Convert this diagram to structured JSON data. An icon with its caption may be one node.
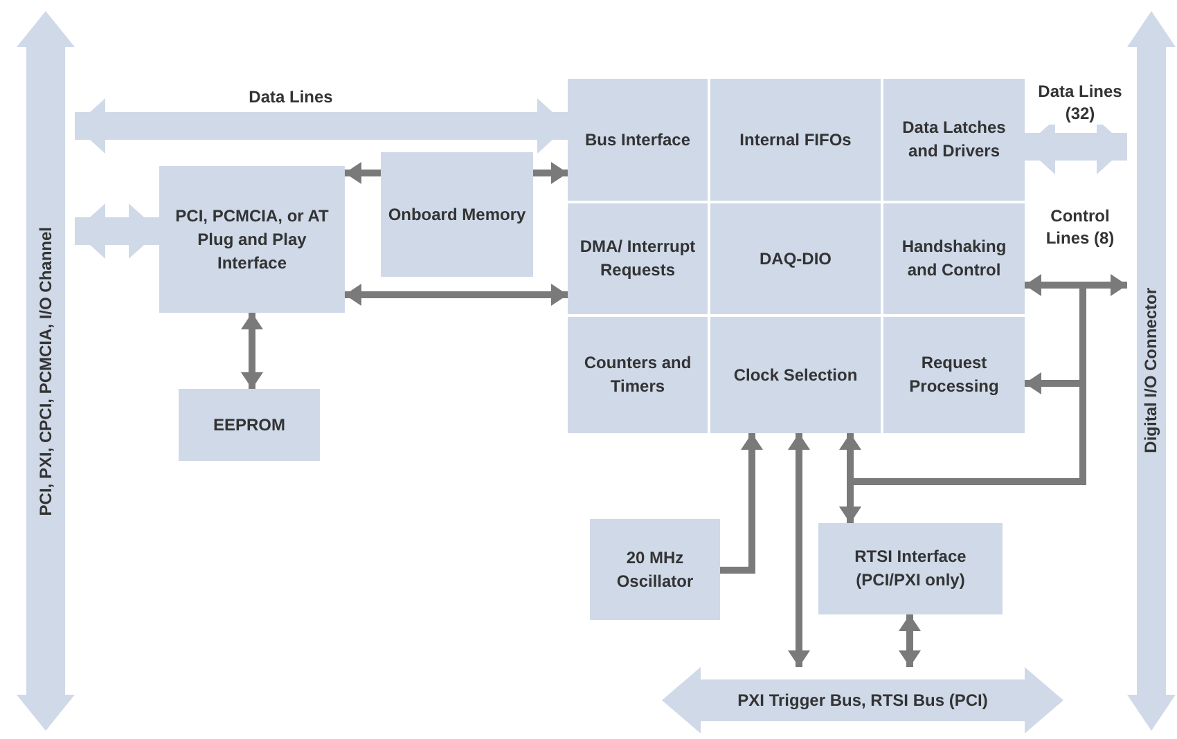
{
  "diagram": {
    "nodes": [
      {
        "text": [
          "PCI, PXI, CPCI, PCMCIA, I/O Channel"
        ]
      },
      {
        "text": [
          "PCI, PCMCIA, or AT Plug and Play Interface"
        ]
      },
      {
        "text": [
          "Onboard Memory"
        ]
      },
      {
        "text": [
          "Bus Interface"
        ]
      },
      {
        "text": [
          "Internal FIFOs"
        ]
      },
      {
        "text": [
          "Data Latches and Drivers"
        ]
      },
      {
        "text": [
          "DMA/ Interrupt Requests"
        ]
      },
      {
        "text": [
          "DAQ-DIO"
        ]
      },
      {
        "text": [
          "Handshaking and Control"
        ]
      },
      {
        "text": [
          "Counters and Timers"
        ]
      },
      {
        "text": [
          "Clock Selection"
        ]
      },
      {
        "text": [
          "Request Processing"
        ]
      },
      {
        "text": [
          "EEPROM"
        ]
      },
      {
        "text": [
          "20 MHz Oscillator"
        ]
      },
      {
        "text": [
          "RTSI Interface (PCI/PXI only)"
        ]
      },
      {
        "text": [
          "PXI Trigger Bus, RTSI Bus (PCI)"
        ]
      },
      {
        "text": [
          "Digital I/O Connector"
        ]
      }
    ],
    "edges": [
      {
        "from": 0,
        "to": 3,
        "arrow": "both",
        "label": "Data Lines",
        "style": "thick",
        "color": "#cfd9e8"
      },
      {
        "from": 0,
        "to": 1,
        "arrow": "both",
        "style": "thick",
        "color": "#cfd9e8"
      },
      {
        "from": 2,
        "to": 1,
        "arrow": "to"
      },
      {
        "from": 2,
        "to": 3,
        "arrow": "to"
      },
      {
        "from": 1,
        "to": 6,
        "arrow": "both"
      },
      {
        "from": 1,
        "to": 12,
        "arrow": "both"
      },
      {
        "from": 13,
        "to": 10,
        "arrow": "to"
      },
      {
        "from": 15,
        "to": 10,
        "arrow": "both"
      },
      {
        "from": 14,
        "to": 10,
        "arrow": "both"
      },
      {
        "from": 14,
        "to": 15,
        "arrow": "both"
      },
      {
        "from": 16,
        "to": 8,
        "arrow": "both",
        "label": "Control Lines (8)"
      },
      {
        "from": 16,
        "to": 11,
        "arrow": "to"
      },
      {
        "from": 16,
        "to": 14,
        "arrow": "to"
      },
      {
        "from": 5,
        "to": 16,
        "arrow": "both",
        "label": "Data Lines (32)",
        "style": "thick",
        "color": "#cfd9e8"
      }
    ]
  }
}
